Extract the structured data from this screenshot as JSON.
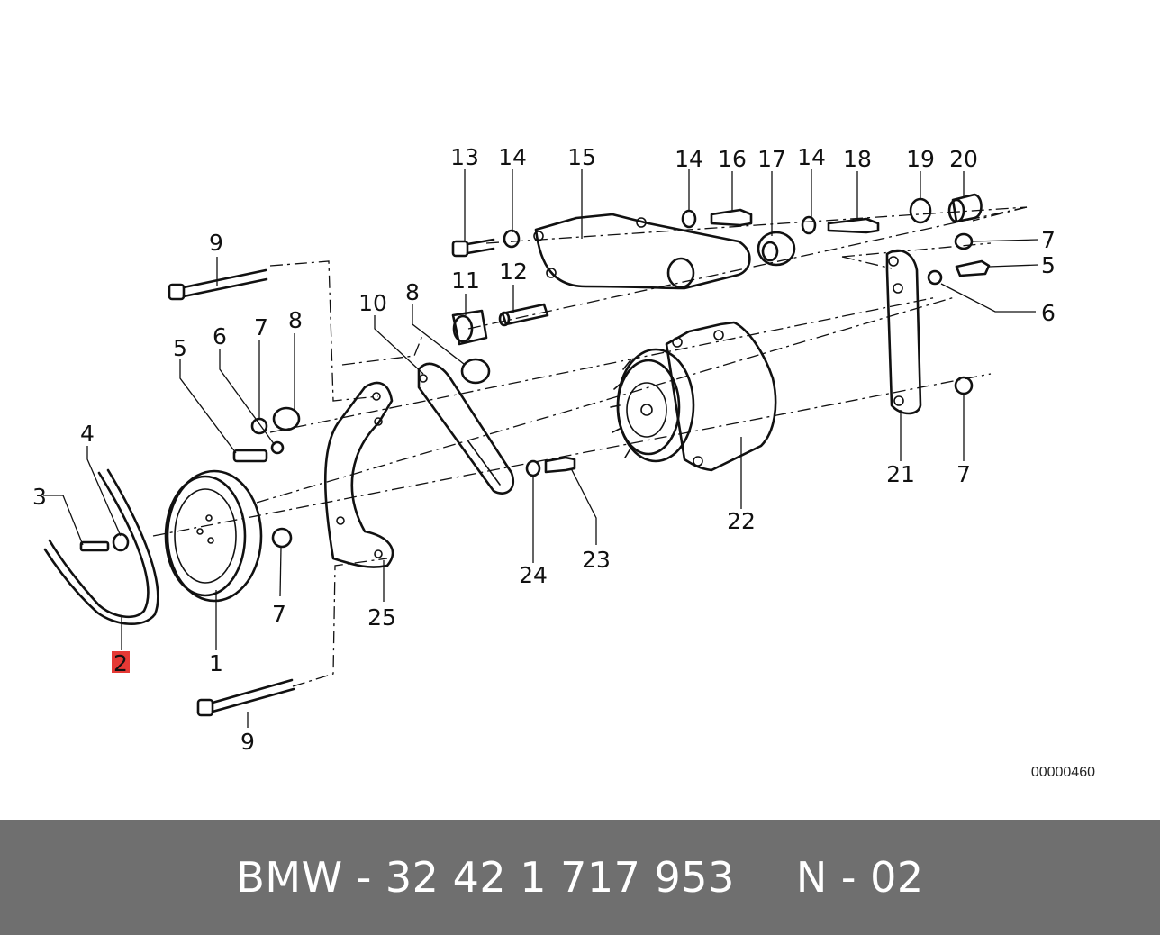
{
  "diagram": {
    "callouts": [
      "1",
      "2",
      "3",
      "4",
      "5",
      "6",
      "7",
      "8",
      "9",
      "10",
      "11",
      "12",
      "13",
      "14",
      "15",
      "16",
      "17",
      "18",
      "19",
      "20",
      "21",
      "22",
      "23",
      "24",
      "25"
    ],
    "highlighted_callout": "2",
    "highlight_color": "#e53935",
    "reference_code": "00000460"
  },
  "footer": {
    "part_number": "BMW - 32 42 1 717 953",
    "position_code": "N - 02",
    "background_color": "#6f6f6f"
  }
}
